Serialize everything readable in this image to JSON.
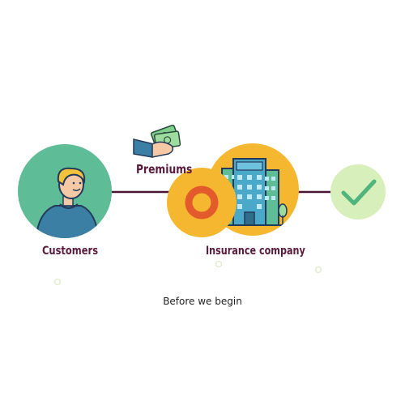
{
  "labels": {
    "customers": "Customers",
    "premiums": "Premiums",
    "insurance_company": "Insurance company"
  },
  "caption": "Before we begin",
  "icons": {
    "customer": "person-icon",
    "premiums": "hand-with-cash-icon",
    "life_ring": "life-ring-icon",
    "company": "office-building-icon",
    "done": "checkmark-icon"
  },
  "colors": {
    "connector": "#4a1530",
    "customer_circle": "#5ebc96",
    "company_circle": "#f4b72f",
    "life_ring": "#e35a2c",
    "check_circle": "#d7efbb",
    "check_mark": "#4fb57c",
    "label_text": "#5a1a3c"
  }
}
